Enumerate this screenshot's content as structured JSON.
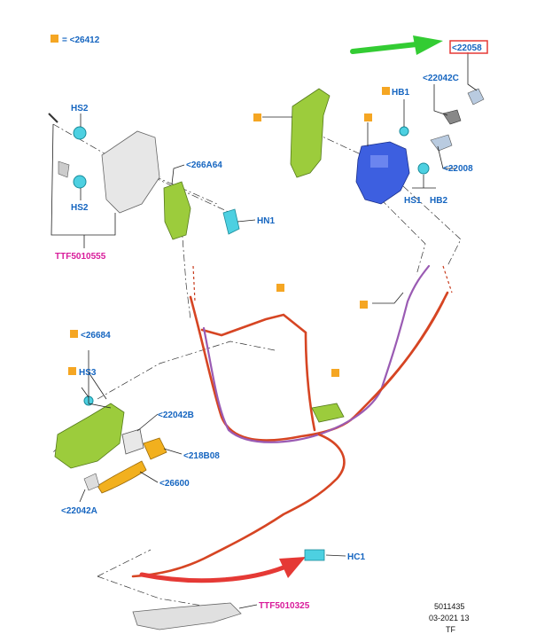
{
  "legend": {
    "symbol_color": "#f5a623",
    "text": "= <26412"
  },
  "labels": {
    "l22058": "<22058",
    "l22042c": "<22042C",
    "hb1": "HB1",
    "l22008": "<22008",
    "hs1": "HS1",
    "hb2": "HB2",
    "hs2_top": "HS2",
    "hs2_bottom": "HS2",
    "l266a64": "<266A64",
    "hn1": "HN1",
    "ttf5010555": "TTF5010555",
    "l26684": "<26684",
    "hs3": "HS3",
    "l22042b": "<22042B",
    "l218b08": "<218B08",
    "l26600": "<26600",
    "l22042a": "<22042A",
    "hc1": "HC1",
    "ttf5010325": "TTF5010325"
  },
  "footer": {
    "line1": "5011435",
    "line2": "03-2021 13",
    "line3": "TF"
  },
  "colors": {
    "label_blue": "#1565c0",
    "label_magenta": "#d81b9a",
    "part_green": "#9ccc3c",
    "latch_blue": "#3d5fe0",
    "cable_red": "#d64523",
    "cable_purple": "#9a5bb3",
    "fastener_cyan": "#4dd0e1",
    "handle_yellow": "#f2b01e",
    "arrow_green": "#33cc33",
    "arrow_red": "#e53935",
    "highlight_box": "#e53935"
  }
}
